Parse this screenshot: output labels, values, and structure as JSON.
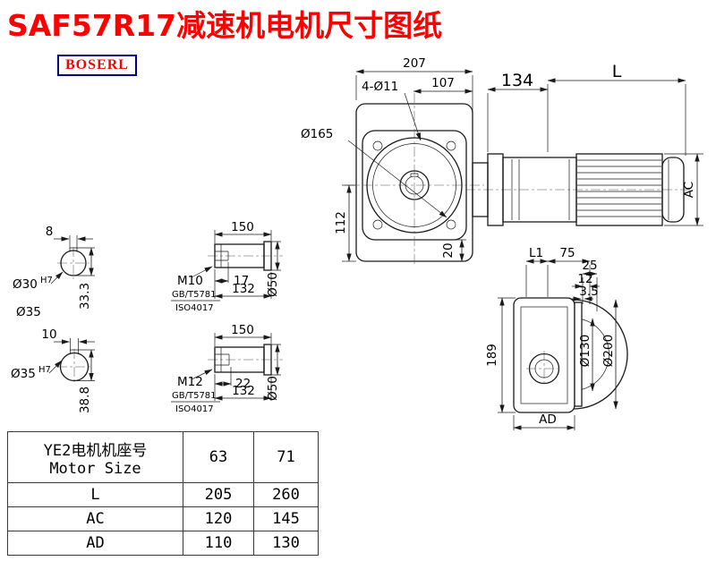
{
  "header": {
    "title": "SAF57R17减速机电机尺寸图纸",
    "brand": "BOSERL"
  },
  "front_view": {
    "dim_overall_width": "207",
    "bolt_holes": "4-Ø11",
    "dim_107": "107",
    "dia_flange": "Ø165",
    "dim_center_height": "112",
    "dim_20": "20",
    "dim_134": "134",
    "dim_motor_length": "L",
    "dim_motor_dia": "AC"
  },
  "shaft_end_top": {
    "key_width": "8",
    "bore": "Ø30",
    "bore_tol": "H7",
    "key_depth": "33.3",
    "dia_35": "Ø35"
  },
  "shaft_end_bottom": {
    "key_width": "10",
    "bore": "Ø35",
    "bore_tol": "H7",
    "key_depth": "38.8"
  },
  "shaft_detail_top": {
    "length": "150",
    "thread": "M10",
    "thread_depth": "17",
    "dim_132": "132",
    "dia": "Ø50",
    "std_gb": "GB/T5781",
    "std_iso": "ISO4017"
  },
  "shaft_detail_bottom": {
    "length": "150",
    "thread": "M12",
    "thread_depth": "22",
    "dim_132": "132",
    "dia": "Ø50",
    "std_gb": "GB/T5781",
    "std_iso": "ISO4017"
  },
  "side_view": {
    "dim_L1": "L1",
    "dim_75": "75",
    "dim_25": "25",
    "dim_12": "12",
    "dim_3_5": "3.5",
    "dim_height": "189",
    "dia_spigot": "Ø130",
    "dia_flange": "Ø200",
    "dim_AD": "AD"
  },
  "table": {
    "motor_label_cn": "YE2电机机座号",
    "motor_label_en": "Motor Size",
    "sizes": [
      "63",
      "71"
    ],
    "rows": [
      {
        "label": "L",
        "values": [
          "205",
          "260"
        ]
      },
      {
        "label": "AC",
        "values": [
          "120",
          "145"
        ]
      },
      {
        "label": "AD",
        "values": [
          "110",
          "130"
        ]
      }
    ]
  }
}
